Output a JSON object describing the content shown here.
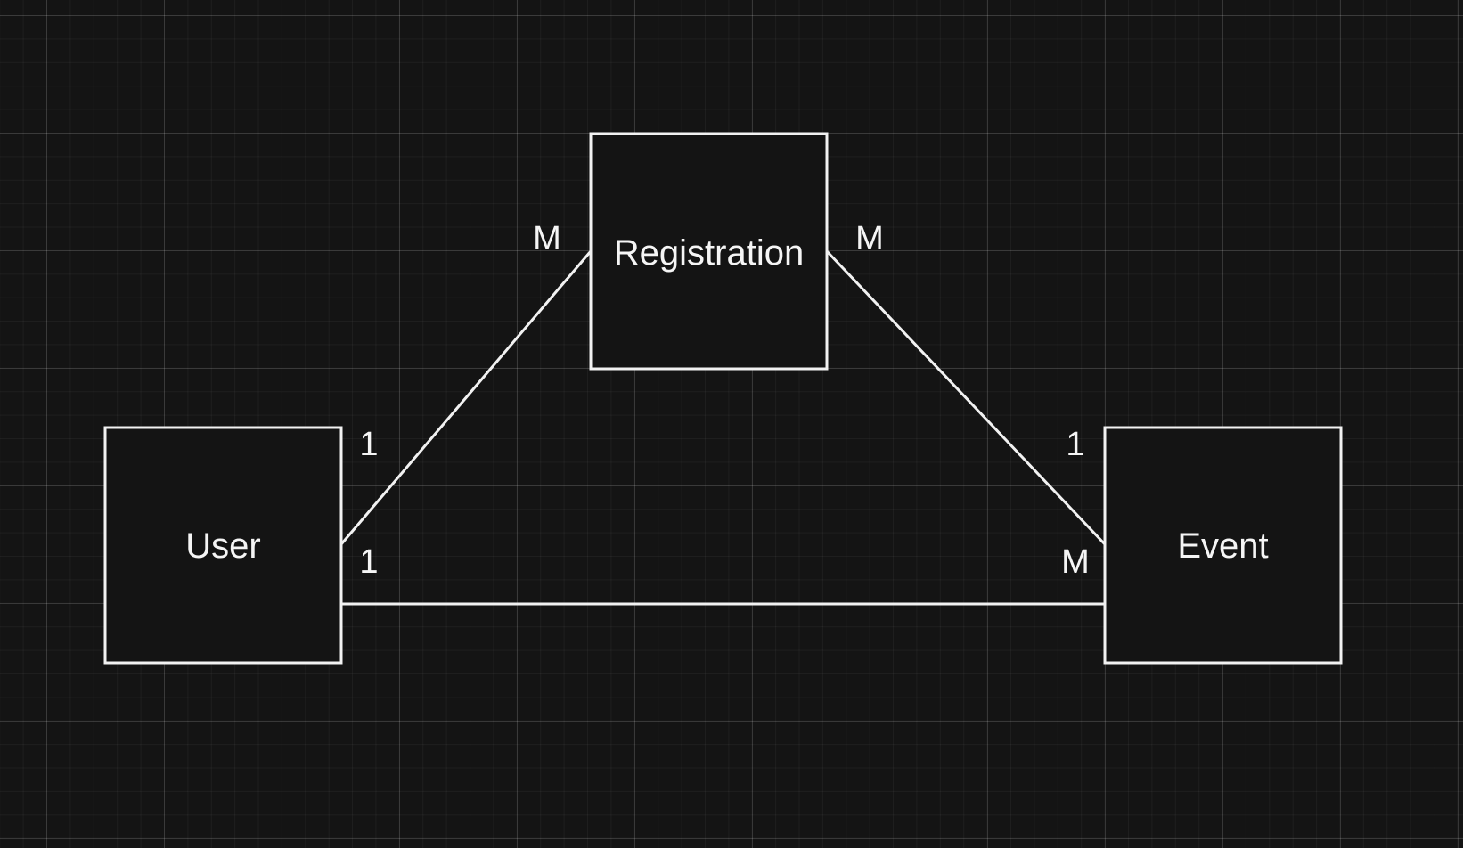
{
  "diagram": {
    "entities": {
      "registration": {
        "label": "Registration"
      },
      "user": {
        "label": "User"
      },
      "event": {
        "label": "Event"
      }
    },
    "relationships": {
      "user_registration": {
        "user_end": "1",
        "registration_end": "M"
      },
      "registration_event": {
        "registration_end": "M",
        "event_end": "1"
      },
      "user_event": {
        "user_end": "1",
        "event_end": "M"
      }
    }
  },
  "colors": {
    "background": "#141414",
    "stroke": "#f2f2f2",
    "text": "#f5f5f5"
  }
}
